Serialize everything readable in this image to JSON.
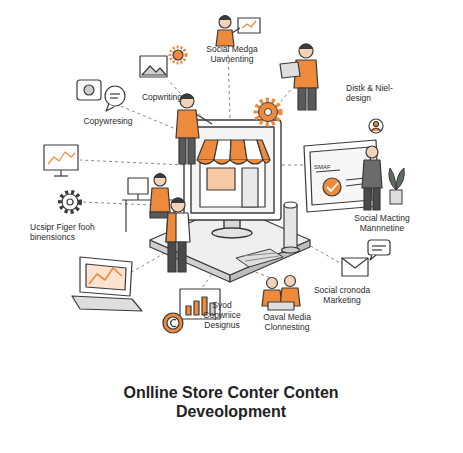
{
  "diagram": {
    "title": "Onlline Store Conter Conten Deveolopment",
    "labels": [
      "Social Medga Uavnenting",
      "Copwriting",
      "Copywresing",
      "Distk & Niel-design",
      "SMAF",
      "Social Macting Mannnetine",
      "Ucsipr Figer fooh binensioncs",
      "Social cronoda Marketing",
      "Syod Copwriice Designus",
      "Oaval Media Clonnesting"
    ]
  }
}
